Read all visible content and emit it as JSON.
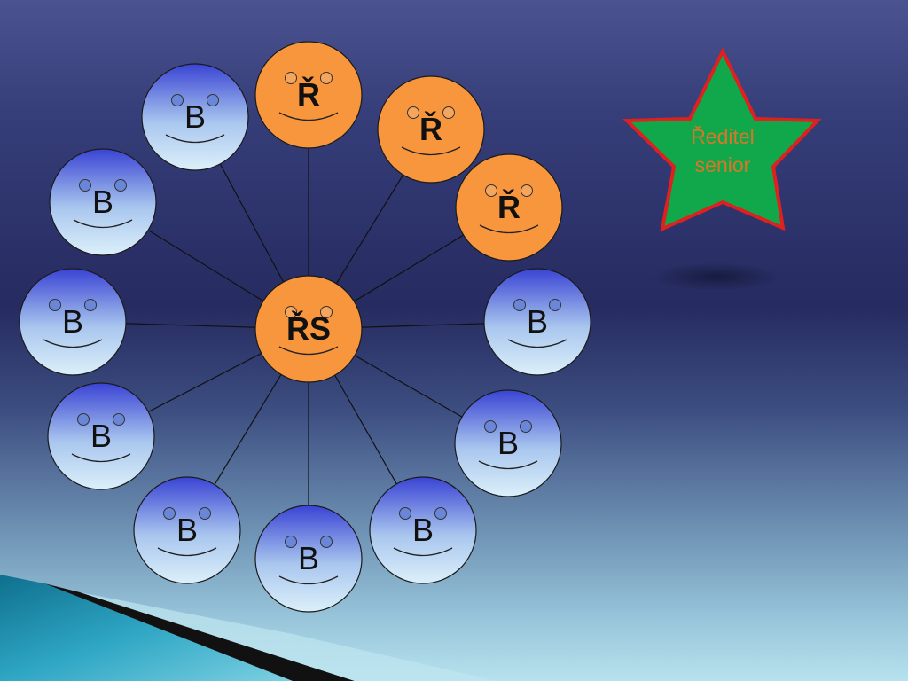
{
  "center": {
    "label": "ŘS",
    "color": "orange"
  },
  "director_label": "Ř",
  "member_label": "B",
  "satellites": [
    {
      "role": "director",
      "label": "Ř"
    },
    {
      "role": "director",
      "label": "Ř"
    },
    {
      "role": "director",
      "label": "Ř"
    },
    {
      "role": "member",
      "label": "B"
    },
    {
      "role": "member",
      "label": "B"
    },
    {
      "role": "member",
      "label": "B"
    },
    {
      "role": "member",
      "label": "B"
    },
    {
      "role": "member",
      "label": "B"
    },
    {
      "role": "member",
      "label": "B"
    },
    {
      "role": "member",
      "label": "B"
    },
    {
      "role": "member",
      "label": "B"
    },
    {
      "role": "member",
      "label": "B"
    }
  ],
  "star": {
    "lines": [
      "Ředitel",
      "senior"
    ],
    "fill": "#10a84a",
    "stroke": "#e01f1f"
  },
  "colors": {
    "director": "#f7963c",
    "member_top": "#3e4bd6",
    "member_bottom": "#d6eef8",
    "accent_ribbon": "#1c8fb0"
  }
}
